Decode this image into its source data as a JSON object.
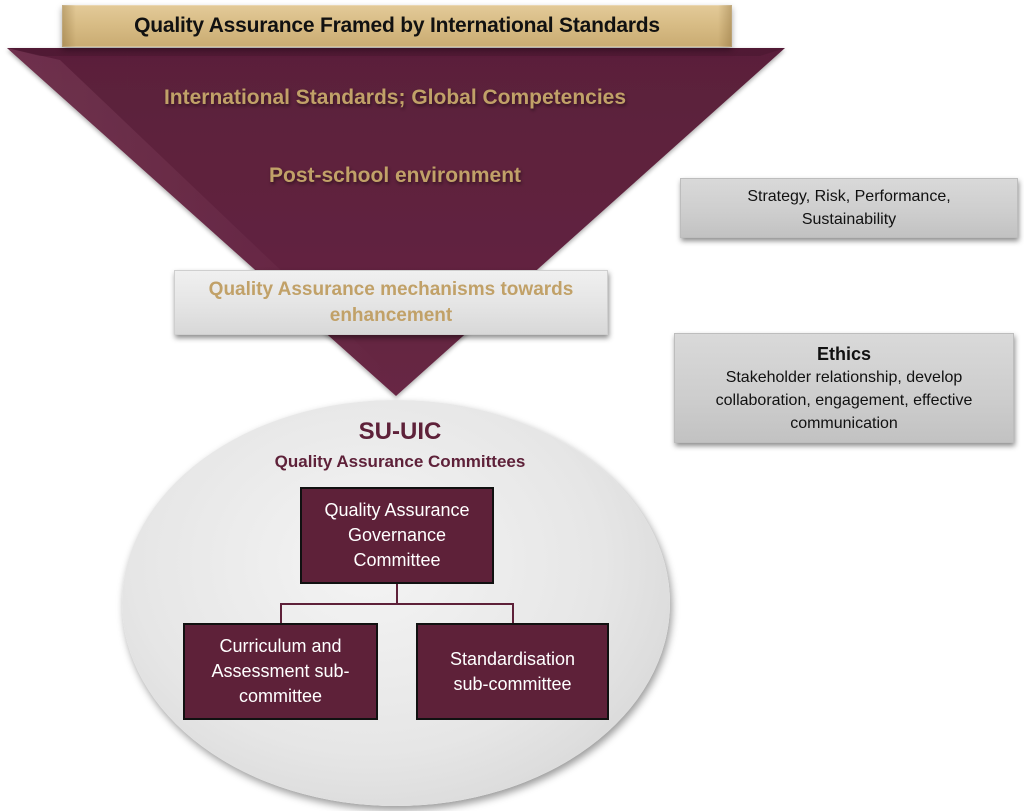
{
  "banner": {
    "title": "Quality Assurance Framed by International Standards"
  },
  "funnel": {
    "line1": "International Standards; Global Competencies",
    "line2": "Post-school environment",
    "mechanisms_box": "Quality Assurance mechanisms towards enhancement"
  },
  "side_boxes": {
    "strategy": "Strategy, Risk, Performance, Sustainability",
    "ethics": {
      "title": "Ethics",
      "body": "Stakeholder relationship, develop collaboration, engagement, effective communication"
    }
  },
  "committees": {
    "title": "SU-UIC",
    "subtitle": "Quality Assurance Committees",
    "governance": "Quality Assurance Governance Committee",
    "curriculum": "Curriculum and Assessment sub-committee",
    "standardisation": "Standardisation sub-committee"
  },
  "colors": {
    "maroon": "#5e2139",
    "gold": "#c1a168",
    "banner_gold": "#d7bb84",
    "gray_box": "#d9d9d9"
  }
}
